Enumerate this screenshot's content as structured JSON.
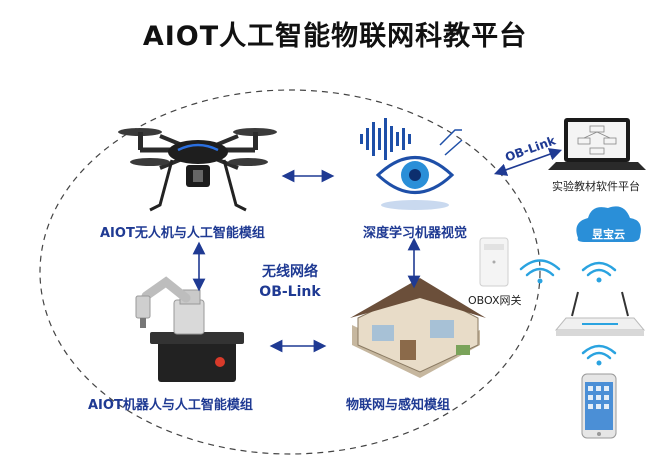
{
  "title": "AIOT人工智能物联网科教平台",
  "modules": {
    "drone": "AIOT无人机与人工智能模组",
    "vision": "深度学习机器视觉",
    "robot": "AIOT机器人与人工智能模组",
    "iot": "物联网与感知模组"
  },
  "network": {
    "line1": "无线网络",
    "line2": "OB-Link"
  },
  "side": {
    "oblink": "OB-Link",
    "laptop": "实验教材软件平台",
    "cloud": "昱宝云",
    "obox": "OBOX网关"
  },
  "colors": {
    "accent_blue": "#1f3a93",
    "cloud_blue": "#2a8fd8",
    "wifi_blue": "#2aa3e0"
  }
}
